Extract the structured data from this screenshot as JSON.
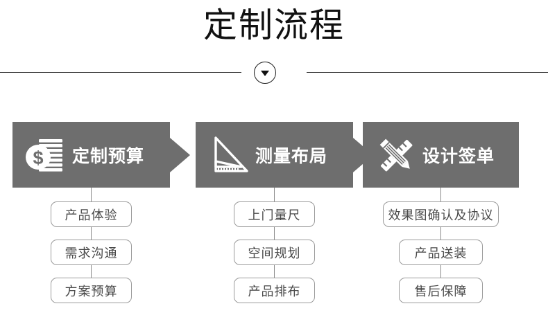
{
  "header": {
    "title": "定制流程",
    "divider_icon": "chevron-down-circle-icon"
  },
  "flow": {
    "stages": [
      {
        "id": "budget",
        "label": "定制预算",
        "icon": "money-stack-icon",
        "has_arrow": true,
        "steps": [
          "产品体验",
          "需求沟通",
          "方案预算"
        ]
      },
      {
        "id": "measure",
        "label": "测量布局",
        "icon": "set-square-ruler-icon",
        "has_arrow": true,
        "steps": [
          "上门量尺",
          "空间规划",
          "产品排布"
        ]
      },
      {
        "id": "design",
        "label": "设计签单",
        "icon": "pencil-ruler-cross-icon",
        "has_arrow": false,
        "steps": [
          "效果图确认及协议",
          "产品送装",
          "售后保障"
        ]
      }
    ]
  },
  "colors": {
    "stage_background": "#6e6e6e",
    "stage_text": "#ffffff",
    "page_background": "#ffffff",
    "title_text": "#111111",
    "pill_border": "#9a9a9a",
    "pill_text": "#4a4a4a",
    "connector": "#8a8a8a",
    "divider_line": "#1a1a1a"
  }
}
